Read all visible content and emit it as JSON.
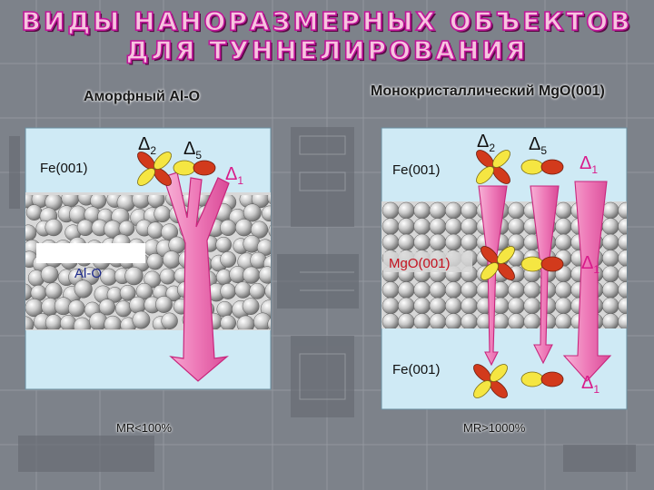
{
  "title": {
    "line1": "ВИДЫ НАНОРАЗМЕРНЫХ ОБЪЕКТОВ",
    "line2": "ДЛЯ ТУННЕЛИРОВАНИЯ"
  },
  "left_panel": {
    "heading": "Аморфный Al-O",
    "electrode_top": "Fe(001)",
    "barrier": "Al-O",
    "delta_a": "Δ",
    "delta_a_sub": "2",
    "delta_b": "Δ",
    "delta_b_sub": "5",
    "delta_c": "Δ",
    "delta_c_sub": "1",
    "result": "MR<100%"
  },
  "right_panel": {
    "heading": "Монокристаллический MgO(001)",
    "electrode_top": "Fe(001)",
    "barrier": "MgO(001)",
    "electrode_bottom": "Fe(001)",
    "delta_a": "Δ",
    "delta_a_sub": "2",
    "delta_b": "Δ",
    "delta_b_sub": "5",
    "delta_c": "Δ",
    "delta_c_sub": "1",
    "delta_mid": "Δ",
    "delta_mid_sub": "1",
    "delta_bottom": "Δ",
    "delta_bottom_sub": "1",
    "result": "MR>1000%"
  },
  "colors": {
    "panel": "#cfeaf5",
    "arrow": "#f08cc0",
    "arrow_edge": "#c8267d",
    "orbital_red": "#d23a1c",
    "orbital_yellow": "#f5e642",
    "delta_color": "#d81b8a"
  }
}
